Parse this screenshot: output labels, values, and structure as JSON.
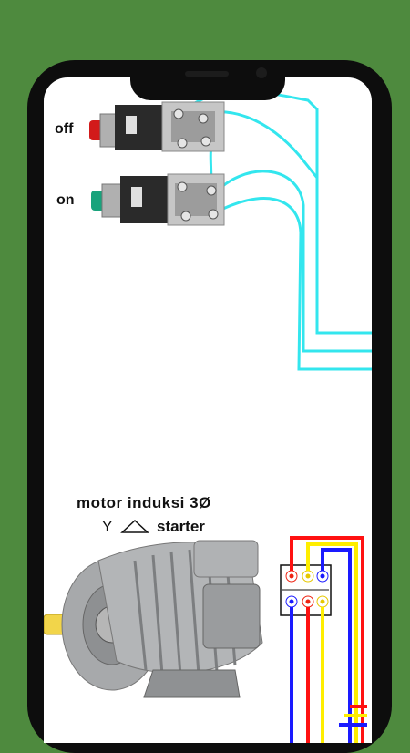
{
  "buttons": {
    "off_label": "off",
    "on_label": "on"
  },
  "motor": {
    "title": "motor  induksi  3Ø",
    "wye_symbol": "Y",
    "starter_label": "starter"
  },
  "colors": {
    "background": "#4e8a3e",
    "phone_frame": "#0d0d0d",
    "wire": "#33e6ee",
    "wire_red": "#ff1111",
    "wire_yellow": "#ffee00",
    "wire_blue": "#1a1aff",
    "off_button": "#d21a1a",
    "on_button": "#19a37c",
    "shaft": "#f2d54a"
  },
  "icons": {
    "off_switch": "push-button-icon",
    "on_switch": "push-button-icon",
    "motor": "induction-motor-icon",
    "terminal_block": "terminal-block-icon",
    "delta": "triangle-icon"
  }
}
